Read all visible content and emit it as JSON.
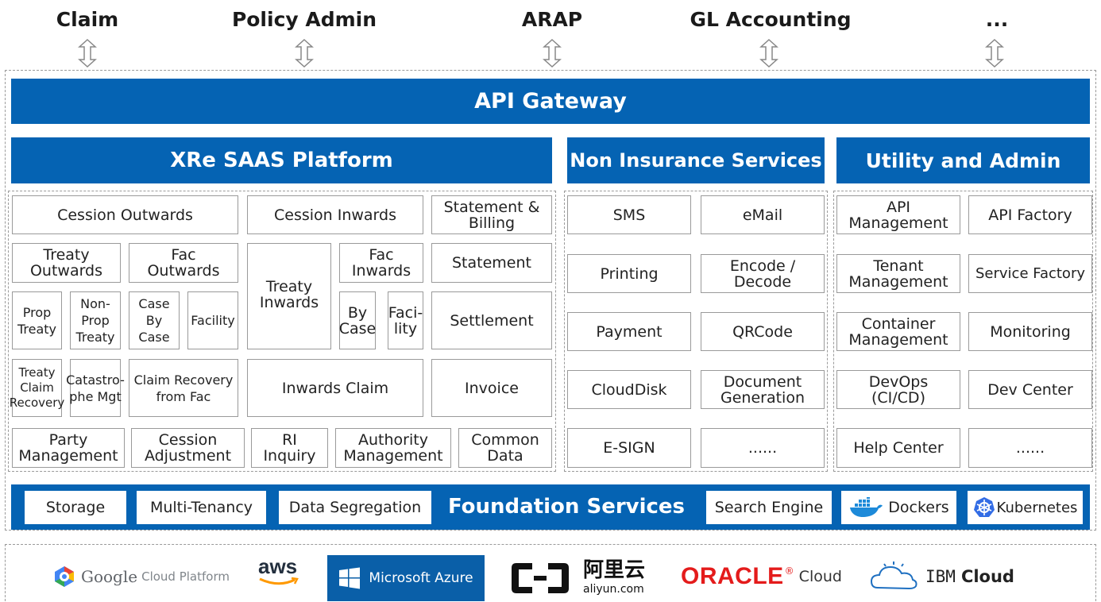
{
  "top_systems": [
    "Claim",
    "Policy Admin",
    "ARAP",
    "GL Accounting",
    "..."
  ],
  "gateway": "API Gateway",
  "sections": {
    "xre": "XRe SAAS Platform",
    "non_insurance": "Non Insurance Services",
    "utility": "Utility and Admin"
  },
  "xre": {
    "cession_outwards": "Cession Outwards",
    "cession_inwards": "Cession Inwards",
    "statement_billing": "Statement &\nBilling",
    "treaty_outwards": "Treaty\nOutwards",
    "fac_outwards": "Fac\nOutwards",
    "treaty_inwards": "Treaty\nInwards",
    "fac_inwards": "Fac\nInwards",
    "statement": "Statement",
    "prop_treaty": "Prop\nTreaty",
    "nonprop_treaty": "Non-Prop\nTreaty",
    "case_by_case": "Case\nBy Case",
    "facility": "Facility",
    "by_case": "By\nCase",
    "faci_lity": "Faci-\nlity",
    "settlement": "Settlement",
    "treaty_claim_recovery": "Treaty\nClaim\nRecovery",
    "catastrophe_mgt": "Catastro-\nphe Mgt",
    "claim_recovery_fac": "Claim Recovery\nfrom Fac",
    "inwards_claim": "Inwards Claim",
    "invoice": "Invoice",
    "party_management": "Party\nManagement",
    "cession_adjustment": "Cession\nAdjustment",
    "ri_inquiry": "RI\nInquiry",
    "authority_management": "Authority\nManagement",
    "common_data": "Common\nData"
  },
  "non_insurance": {
    "sms": "SMS",
    "email": "eMail",
    "printing": "Printing",
    "encode_decode": "Encode /\nDecode",
    "payment": "Payment",
    "qrcode": "QRCode",
    "clouddisk": "CloudDisk",
    "document_generation": "Document\nGeneration",
    "esign": "E-SIGN",
    "more": "......"
  },
  "utility": {
    "api_management": "API\nManagement",
    "api_factory": "API Factory",
    "tenant_management": "Tenant\nManagement",
    "service_factory": "Service Factory",
    "container_management": "Container\nManagement",
    "monitoring": "Monitoring",
    "devops": "DevOps\n(CI/CD)",
    "dev_center": "Dev Center",
    "help_center": "Help Center",
    "more": "......"
  },
  "foundation": {
    "title": "Foundation Services",
    "storage": "Storage",
    "multi_tenancy": "Multi-Tenancy",
    "data_segregation": "Data Segregation",
    "search_engine": "Search Engine",
    "dockers": "Dockers",
    "kubernetes": "Kubernetes"
  },
  "clouds": {
    "google_brand": "Google",
    "google_rest": "Cloud Platform",
    "aws": "aws",
    "azure": "Microsoft Azure",
    "aliyun_cn": "阿里云",
    "aliyun_url": "aliyun.com",
    "oracle": "ORACLE",
    "oracle_cloud": "Cloud",
    "ibm": "IBM",
    "ibm_cloud": "Cloud"
  },
  "colors": {
    "primary_blue": "#0563b3",
    "oracle_red": "#e41b1b"
  }
}
